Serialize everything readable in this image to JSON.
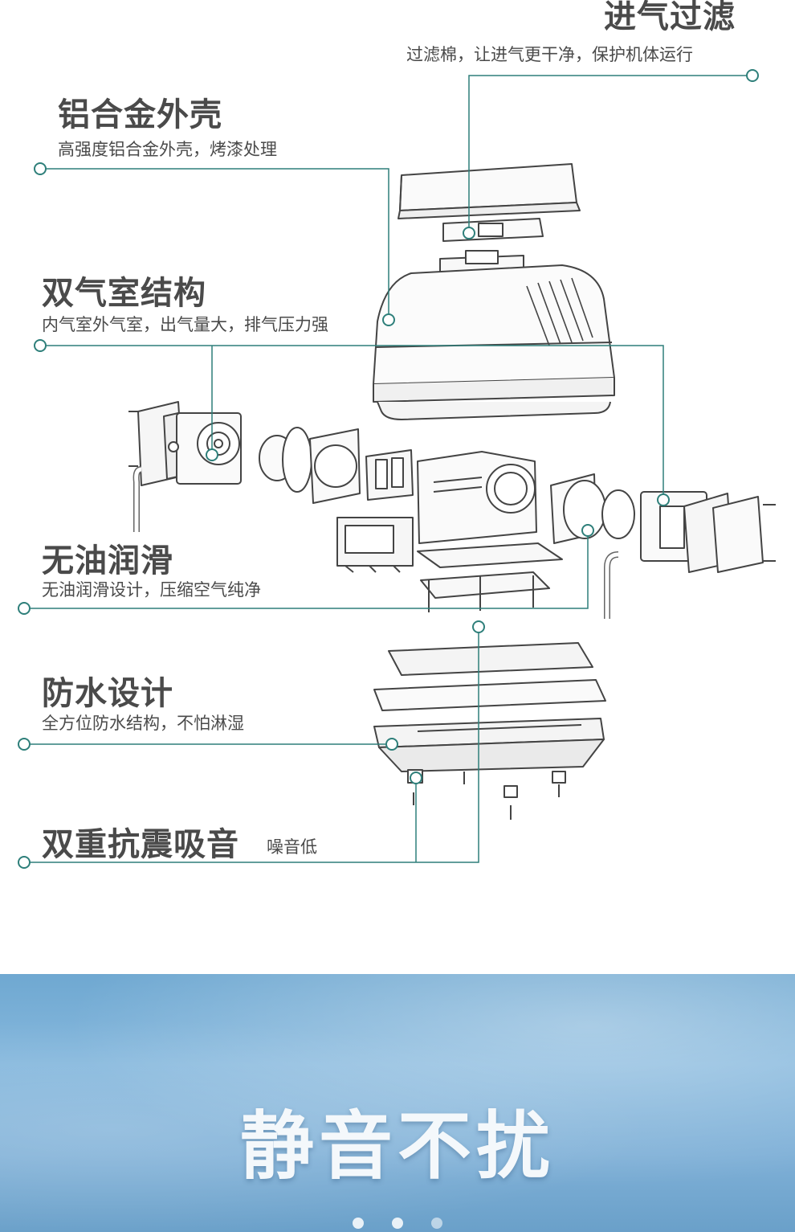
{
  "accent_color": "#2e7f7a",
  "line_color": "#444444",
  "callouts": [
    {
      "id": "intake",
      "title": "进气过滤",
      "desc": "过滤棉，让进气更干净，保护机体运行"
    },
    {
      "id": "shell",
      "title": "铝合金外壳",
      "desc": "高强度铝合金外壳，烤漆处理"
    },
    {
      "id": "chamber",
      "title": "双气室结构",
      "desc": "内气室外气室，出气量大，排气压力强"
    },
    {
      "id": "oilfree",
      "title": "无油润滑",
      "desc": "无油润滑设计，压缩空气纯净"
    },
    {
      "id": "waterproof",
      "title": "防水设计",
      "desc": "全方位防水结构，不怕淋湿"
    },
    {
      "id": "shock",
      "title": "双重抗震吸音",
      "note": "噪音低"
    }
  ],
  "banner": {
    "slogan": "静音不扰",
    "pager": {
      "count": 3,
      "active": 0
    }
  }
}
